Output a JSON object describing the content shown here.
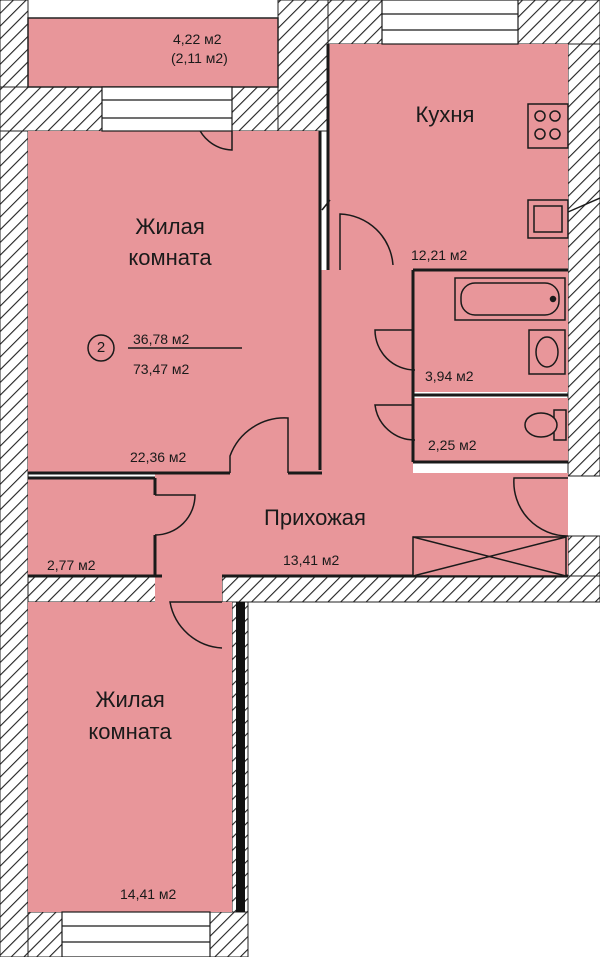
{
  "colors": {
    "room_fill": "#e8969a",
    "wall_hatch": "#222222",
    "line": "#1a1a1a",
    "background": "#ffffff"
  },
  "apartment": {
    "rooms_count": "2",
    "living_area": "36,78 м2",
    "total_area": "73,47 м2"
  },
  "rooms": {
    "balcony": {
      "area": "4,22 м2",
      "area_reduced": "(2,11 м2)"
    },
    "kitchen": {
      "name": "Кухня",
      "area": "12,21 м2"
    },
    "living_room_1": {
      "name_line1": "Жилая",
      "name_line2": "комната",
      "area": "22,36 м2"
    },
    "bathroom": {
      "area": "3,94 м2"
    },
    "toilet": {
      "area": "2,25 м2"
    },
    "hallway": {
      "name": "Прихожая",
      "area": "13,41 м2"
    },
    "storage": {
      "area": "2,77 м2"
    },
    "living_room_2": {
      "name_line1": "Жилая",
      "name_line2": "комната",
      "area": "14,41 м2"
    }
  },
  "icons": {
    "stove": "stove-icon",
    "sink": "kitchen-sink-icon",
    "bathtub": "bathtub-icon",
    "washbasin": "washbasin-icon",
    "toilet": "toilet-icon"
  }
}
